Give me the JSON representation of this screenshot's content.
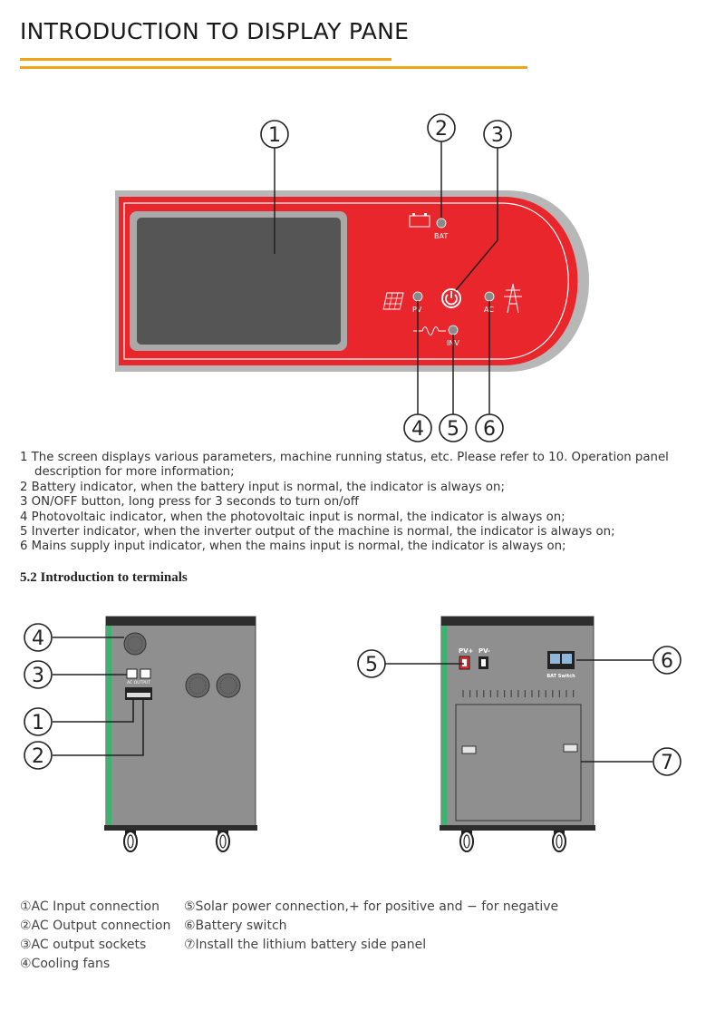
{
  "header": {
    "title": "INTRODUCTION TO DISPLAY PANE",
    "accent_color": "#f0a417"
  },
  "display_panel": {
    "panel_color": "#e8262b",
    "indicators": {
      "bat": "BAT",
      "pv": "PV",
      "inv": "INV",
      "ac": "AC"
    },
    "callouts": [
      "1",
      "2",
      "3",
      "4",
      "5",
      "6"
    ]
  },
  "descriptions": [
    "1 The screen displays various parameters, machine running status, etc. Please refer to 10. Operation panel",
    "description for more information;",
    "2 Battery indicator, when the battery input is normal, the indicator is always on;",
    "3 ON/OFF button, long press for 3 seconds to turn on/off",
    "4 Photovoltaic indicator, when the photovoltaic input is normal, the indicator is always on;",
    "5 Inverter indicator, when the inverter output of the machine is normal, the indicator is always on;",
    "6 Mains supply input indicator, when the mains input is normal, the indicator is always on;"
  ],
  "terminals": {
    "section_title": "5.2 Introduction to terminals",
    "front_labels": {
      "ac_output": "AC OUTPUT"
    },
    "back_labels": {
      "pv_plus": "PV+",
      "pv_minus": "PV-",
      "bat_switch": "BAT Switch"
    },
    "front_callouts": [
      "4",
      "3",
      "1",
      "2"
    ],
    "back_callouts": [
      "5",
      "6",
      "7"
    ],
    "legend_left": [
      "①AC Input connection",
      "②AC Output connection",
      "③AC output sockets",
      "④Cooling fans"
    ],
    "legend_right": [
      "⑤Solar power connection,+ for positive and − for negative",
      "⑥Battery switch",
      "⑦Install the lithium battery side panel"
    ]
  }
}
